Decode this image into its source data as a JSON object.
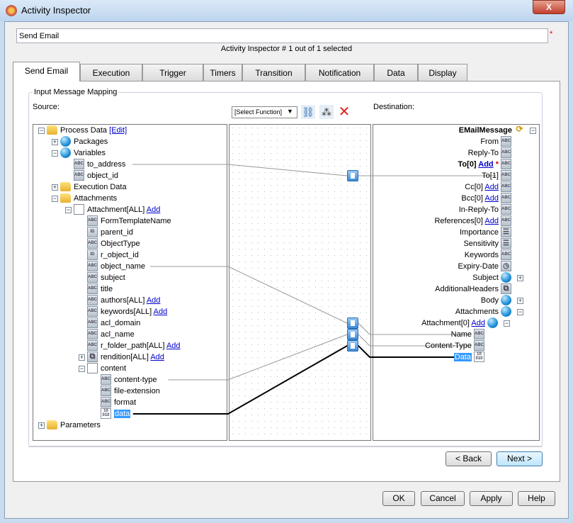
{
  "window": {
    "title": "Activity Inspector",
    "close_label": "X"
  },
  "activity_name": "Send Email",
  "required_mark": "*",
  "counter": "Activity Inspector #  1 out of  1  selected",
  "tabs": [
    "Send Email",
    "Execution",
    "Trigger",
    "Timers",
    "Transition",
    "Notification",
    "Data",
    "Display"
  ],
  "group_label": "Input Message Mapping",
  "source_label": "Source:",
  "destination_label": "Destination:",
  "function_select": "[Select Function]",
  "toolbar_icons": [
    "connect-icon",
    "select-pointer-icon",
    "delete-icon"
  ],
  "source_tree": [
    {
      "label": "Process Data",
      "link": "[Edit]",
      "icon": "doc-folder",
      "level": 0,
      "exp": "-"
    },
    {
      "label": "Packages",
      "icon": "globe",
      "level": 1,
      "exp": "+"
    },
    {
      "label": "Variables",
      "icon": "globe",
      "level": 1,
      "exp": "-"
    },
    {
      "label": "to_address",
      "icon": "ABC",
      "level": 2
    },
    {
      "label": "object_id",
      "icon": "ABC",
      "level": 2
    },
    {
      "label": "Execution Data",
      "icon": "folder",
      "level": 1,
      "exp": "+"
    },
    {
      "label": "Attachments",
      "icon": "doc-folder",
      "level": 1,
      "exp": "-"
    },
    {
      "label": "Attachment[ALL]",
      "link": "Add",
      "icon": "doc",
      "level": 2,
      "exp": "-"
    },
    {
      "label": "FormTemplateName",
      "icon": "ABC",
      "level": 3
    },
    {
      "label": "parent_id",
      "icon": "ID",
      "level": 3
    },
    {
      "label": "ObjectType",
      "icon": "ABC",
      "level": 3
    },
    {
      "label": "r_object_id",
      "icon": "ID",
      "level": 3
    },
    {
      "label": "object_name",
      "icon": "ABC",
      "level": 3
    },
    {
      "label": "subject",
      "icon": "ABC",
      "level": 3
    },
    {
      "label": "title",
      "icon": "ABC",
      "level": 3
    },
    {
      "label": "authors[ALL]",
      "link": "Add",
      "icon": "ABC",
      "level": 3
    },
    {
      "label": "keywords[ALL]",
      "link": "Add",
      "icon": "ABC",
      "level": 3
    },
    {
      "label": "acl_domain",
      "icon": "ABC",
      "level": 3
    },
    {
      "label": "acl_name",
      "icon": "ABC",
      "level": 3
    },
    {
      "label": "r_folder_path[ALL]",
      "link": "Add",
      "icon": "ABC",
      "level": 3
    },
    {
      "label": "rendition[ALL]",
      "link": "Add",
      "icon": "multi",
      "level": 3,
      "exp": "+"
    },
    {
      "label": "content",
      "icon": "doc",
      "level": 3,
      "exp": "-"
    },
    {
      "label": "content-type",
      "icon": "ABC",
      "level": 4
    },
    {
      "label": "file-extension",
      "icon": "ABC",
      "level": 4
    },
    {
      "label": "format",
      "icon": "ABC",
      "level": 4
    },
    {
      "label": "data",
      "icon": "bin",
      "level": 4,
      "selected": true
    },
    {
      "label": "Parameters",
      "icon": "folder",
      "level": 0,
      "exp": "+"
    }
  ],
  "destination_tree": [
    {
      "label": "EMailMessage",
      "icon": "tree",
      "level": 0,
      "exp": "-",
      "bold": true
    },
    {
      "label": "From",
      "icon": "ABC",
      "level": 1
    },
    {
      "label": "Reply-To",
      "icon": "ABC",
      "level": 1
    },
    {
      "label": "To[0]",
      "link": "Add",
      "required": "*",
      "icon": "ABC",
      "level": 1,
      "bold": true
    },
    {
      "label": "To[1]",
      "icon": "ABC",
      "level": 1
    },
    {
      "label": "Cc[0]",
      "link": "Add",
      "icon": "ABC",
      "level": 1
    },
    {
      "label": "Bcc[0]",
      "link": "Add",
      "icon": "ABC",
      "level": 1
    },
    {
      "label": "In-Reply-To",
      "icon": "ABC",
      "level": 1
    },
    {
      "label": "References[0]",
      "link": "Add",
      "icon": "ABC",
      "level": 1
    },
    {
      "label": "Importance",
      "icon": "list",
      "level": 1
    },
    {
      "label": "Sensitivity",
      "icon": "list",
      "level": 1
    },
    {
      "label": "Keywords",
      "icon": "ABC",
      "level": 1
    },
    {
      "label": "Expiry-Date",
      "icon": "date",
      "level": 1
    },
    {
      "label": "Subject",
      "icon": "globe",
      "level": 1,
      "exp": "+"
    },
    {
      "label": "AdditionalHeaders",
      "icon": "multi",
      "level": 1
    },
    {
      "label": "Body",
      "icon": "globe",
      "level": 1,
      "exp": "+"
    },
    {
      "label": "Attachments",
      "icon": "globe",
      "level": 1,
      "exp": "-"
    },
    {
      "label": "Attachment[0]",
      "link": "Add",
      "icon": "globe",
      "level": 2,
      "exp": "-"
    },
    {
      "label": "Name",
      "icon": "ABC",
      "level": 3
    },
    {
      "label": "Content-Type",
      "icon": "ABC",
      "level": 3
    },
    {
      "label": "Data",
      "icon": "bin",
      "level": 3,
      "selected": true
    }
  ],
  "mappings": [
    {
      "from": "to_address",
      "to": "To[1]"
    },
    {
      "from": "object_name",
      "to": "Name"
    },
    {
      "from": "content-type",
      "to": "Content-Type"
    },
    {
      "from": "data",
      "to": "Data",
      "bold": true
    }
  ],
  "buttons": {
    "back": "< Back",
    "next": "Next >",
    "ok": "OK",
    "cancel": "Cancel",
    "apply": "Apply",
    "help": "Help"
  }
}
